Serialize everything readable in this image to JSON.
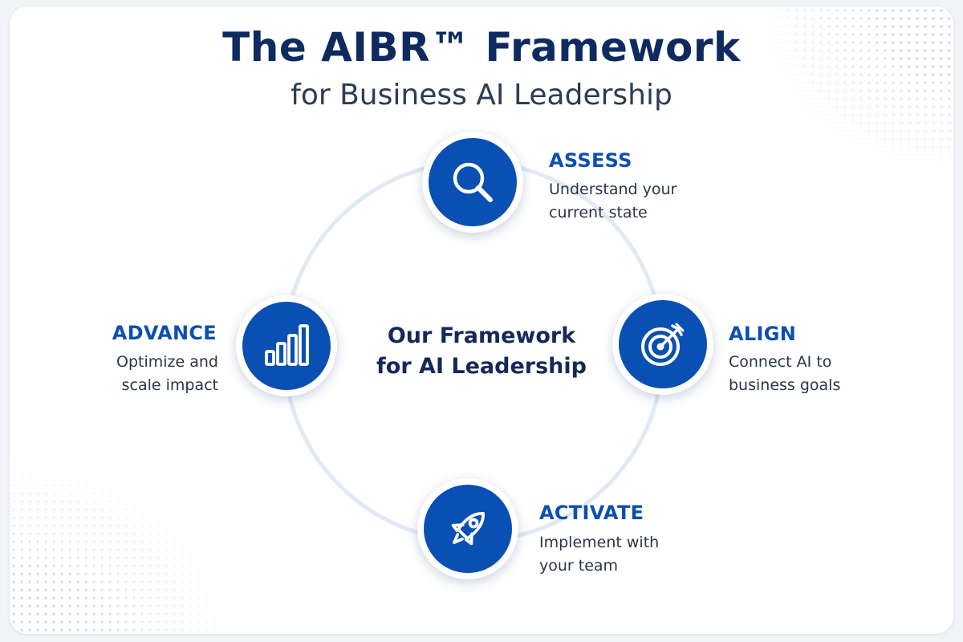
{
  "header": {
    "title": "The AIBR™ Framework",
    "subtitle": "for Business AI Leadership"
  },
  "center": {
    "line1": "Our Framework",
    "line2": "for AI Leadership"
  },
  "steps": [
    {
      "title": "ASSESS",
      "desc1": "Understand your",
      "desc2": "current state",
      "icon": "magnifier-icon"
    },
    {
      "title": "ALIGN",
      "desc1": "Connect AI to",
      "desc2": "business goals",
      "icon": "target-icon"
    },
    {
      "title": "ACTIVATE",
      "desc1": "Implement with",
      "desc2": "your team",
      "icon": "rocket-icon"
    },
    {
      "title": "ADVANCE",
      "desc1": "Optimize and",
      "desc2": "scale impact",
      "icon": "bar-chart-icon"
    }
  ],
  "colors": {
    "primary": "#0a4fb3",
    "title": "#0f2a5f",
    "ring": "#e3e9f4"
  }
}
